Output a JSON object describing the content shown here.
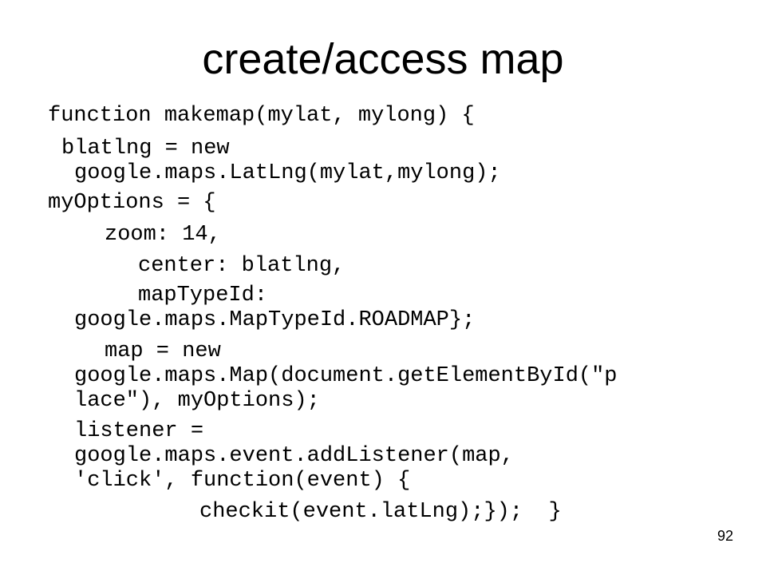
{
  "slide": {
    "title": "create/access map",
    "code_lines": [
      "function makemap(mylat, mylong) {",
      "blatlng = new",
      "google.maps.LatLng(mylat,mylong);",
      "myOptions = {",
      "zoom: 14,",
      "center: blatlng,",
      "mapTypeId:",
      "google.maps.MapTypeId.ROADMAP};",
      "map = new",
      "google.maps.Map(document.getElementById(\"p",
      "lace\"), myOptions);",
      "listener =",
      "google.maps.event.addListener(map,",
      "'click', function(event) {",
      "checkit(event.latLng);});  }"
    ],
    "page_number": "92"
  }
}
